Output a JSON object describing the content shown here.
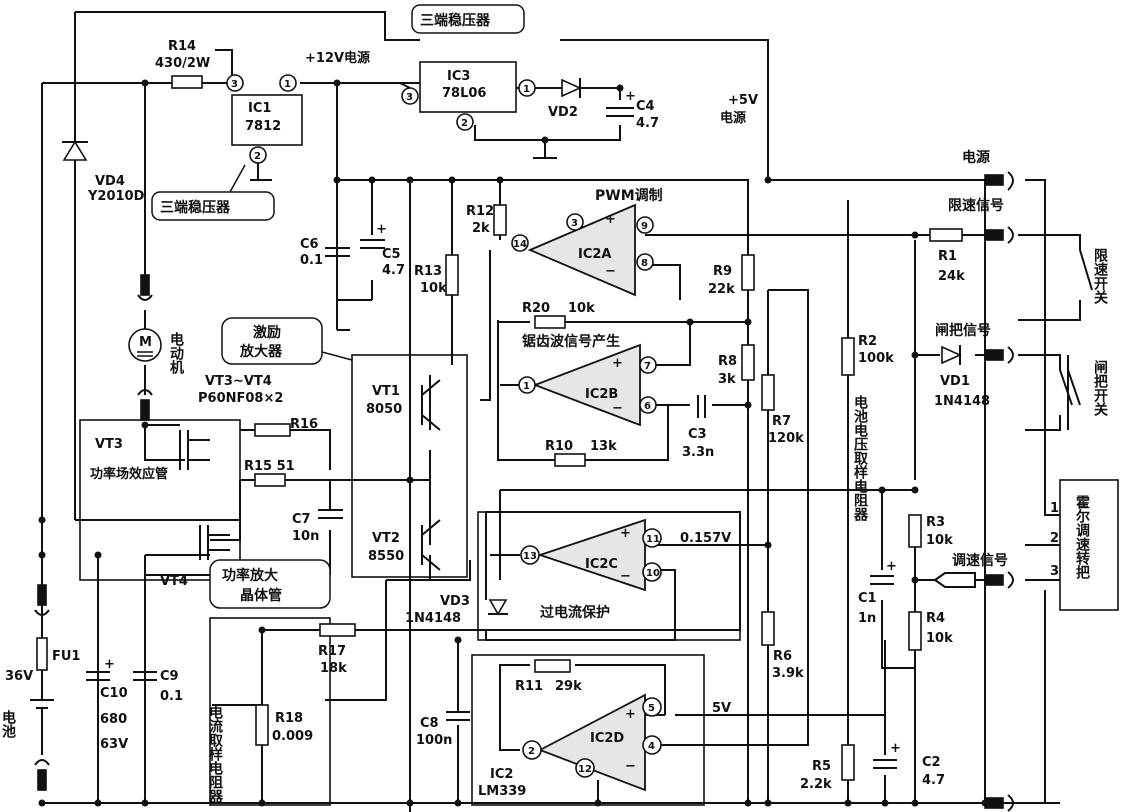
{
  "ic3": {
    "ref": "IC3",
    "part": "78L06",
    "callout": "三端稳压器"
  },
  "ic1": {
    "ref": "IC1",
    "part": "7812",
    "callout": "三端稳压器"
  },
  "r14": {
    "ref": "R14",
    "value": "430/2W"
  },
  "rail12": "+12V电源",
  "rail5": {
    "line1": "+5V",
    "line2": "电源"
  },
  "vd2": "VD2",
  "c4": {
    "ref": "C4",
    "value": "4.7"
  },
  "vd4": {
    "ref": "VD4",
    "part": "Y2010D"
  },
  "c6": {
    "ref": "C6",
    "value": "0.1"
  },
  "c5": {
    "ref": "C5",
    "value": "4.7"
  },
  "r13": {
    "ref": "R13",
    "value": "10k"
  },
  "r12": {
    "ref": "R12",
    "value": "2k"
  },
  "pwm": "PWM调制",
  "ic2a": "IC2A",
  "r9": {
    "ref": "R9",
    "value": "22k"
  },
  "r20": {
    "ref": "R20",
    "value": "10k"
  },
  "sawtooth": "锯齿波信号产生",
  "r8": {
    "ref": "R8",
    "value": "3k"
  },
  "ic2b": "IC2B",
  "r10": {
    "ref": "R10",
    "value": "13k"
  },
  "c3": {
    "ref": "C3",
    "value": "3.3n"
  },
  "r7": {
    "ref": "R7",
    "value": "120k"
  },
  "r2": {
    "ref": "R2",
    "value": "100k"
  },
  "battery_sense": "电池电压取样电阻器",
  "motor": {
    "symbol": "M",
    "label": "电动机"
  },
  "driver_callout": {
    "line1": "激励",
    "line2": "放大器"
  },
  "vt1": {
    "ref": "VT1",
    "part": "8050"
  },
  "vt2": {
    "ref": "VT2",
    "part": "8550"
  },
  "vt34": {
    "ref": "VT3~VT4",
    "part": "P60NF08×2"
  },
  "vt3": {
    "ref": "VT3",
    "desc": "功率场效应管"
  },
  "vt4": "VT4",
  "r16": "R16",
  "r15": "R15 51",
  "c7": {
    "ref": "C7",
    "value": "10n"
  },
  "power_transistor_callout": {
    "line1": "功率放大",
    "line2": "晶体管"
  },
  "ic2c": "IC2C",
  "ref_voltage": "0.157V",
  "vd3": {
    "ref": "VD3",
    "part": "1N4148"
  },
  "overcurrent": "过电流保护",
  "r17": {
    "ref": "R17",
    "value": "18k"
  },
  "r11": {
    "ref": "R11",
    "value": "29k"
  },
  "ic2d": "IC2D",
  "ic2": {
    "ref": "IC2",
    "part": "LM339"
  },
  "supply5": "5V",
  "c8": {
    "ref": "C8",
    "value": "100n"
  },
  "r18": {
    "ref": "R18",
    "value": "0.009"
  },
  "current_sense": "电流取样电阻器",
  "fu1": "FU1",
  "batt_voltage": "36V",
  "battery": "电池",
  "c10": {
    "ref": "C10",
    "value": "680",
    "voltage": "63V"
  },
  "c9": {
    "ref": "C9",
    "value": "0.1"
  },
  "r6": {
    "ref": "R6",
    "value": "3.9k"
  },
  "r5": {
    "ref": "R5",
    "value": "2.2k"
  },
  "c2": {
    "ref": "C2",
    "value": "4.7"
  },
  "c1": {
    "ref": "C1",
    "value": "1n"
  },
  "r3": {
    "ref": "R3",
    "value": "10k"
  },
  "r4": {
    "ref": "R4",
    "value": "10k"
  },
  "r1": {
    "ref": "R1",
    "value": "24k"
  },
  "vd1": {
    "ref": "VD1",
    "part": "1N4148"
  },
  "conn_power": "电源",
  "conn_limit": "限速信号",
  "conn_brake": "闸把信号",
  "conn_speed": "调速信号",
  "sw_limit": "限速开关",
  "sw_brake": "闸把开关",
  "hall": "霍尔调速转把",
  "pins": {
    "p1": "1",
    "p2": "2",
    "p3": "3"
  },
  "ic_pins": {
    "n1": "1",
    "n2": "2",
    "n3": "3",
    "n4": "4",
    "n5": "5",
    "n6": "6",
    "n7": "7",
    "n8": "8",
    "n9": "9",
    "n10": "10",
    "n11": "11",
    "n12": "12",
    "n13": "13",
    "n14": "14"
  }
}
